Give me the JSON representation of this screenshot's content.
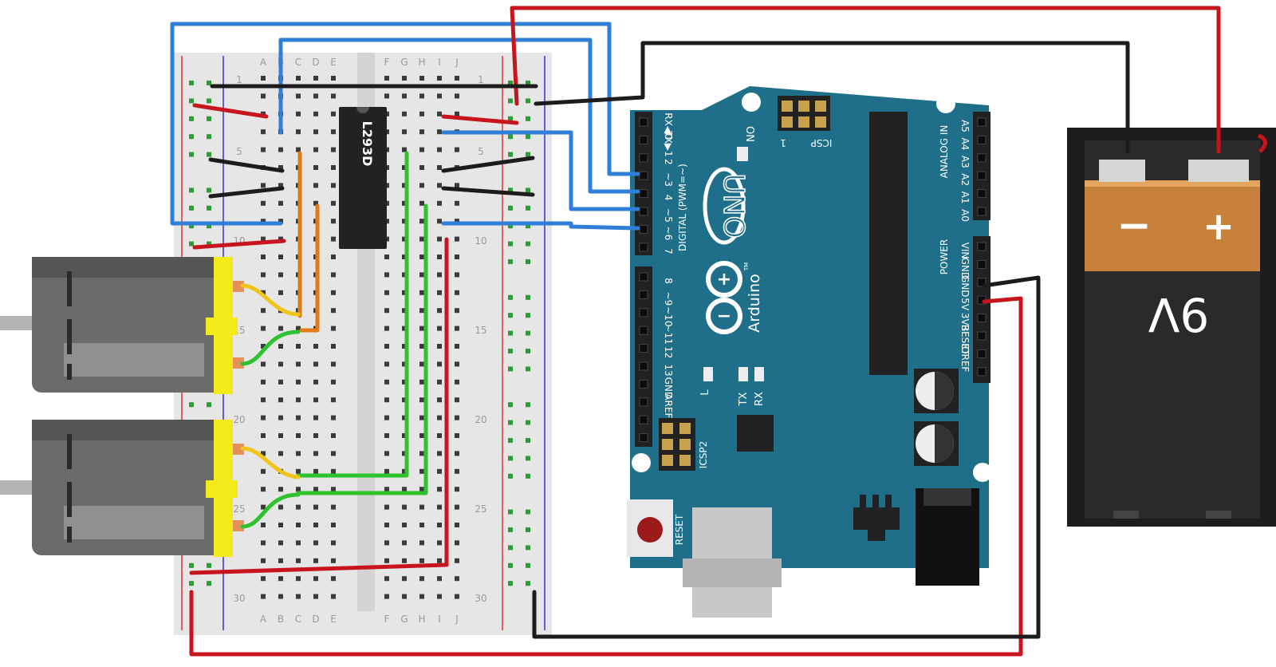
{
  "breadboard": {
    "col_letters_left": [
      "A",
      "B",
      "C",
      "D",
      "E"
    ],
    "col_letters_right": [
      "F",
      "G",
      "H",
      "I",
      "J"
    ],
    "row_numbers": [
      "1",
      "5",
      "10",
      "15",
      "20",
      "25",
      "30"
    ]
  },
  "chip": {
    "label": "L293D"
  },
  "arduino": {
    "logo_text": "Arduino",
    "model": "UNO",
    "tm": "TM",
    "on_label": "ON",
    "icsp_label": "ICSP",
    "icsp_one": "1",
    "icsp2_label": "ICSP2",
    "reset_label": "RESET",
    "digital_label": "DIGITAL (PWM=~)",
    "analog_label": "ANALOG IN",
    "power_label": "POWER",
    "led_l": "L",
    "led_tx": "TX",
    "led_rx": "RX",
    "digital_pins": [
      "RX◀0",
      "TX▶1",
      "2",
      "~3",
      "4",
      "~5",
      "~6",
      "7",
      "8",
      "~9",
      "~10",
      "~11",
      "12",
      "13",
      "GND",
      "AREF"
    ],
    "analog_pins": [
      "A5",
      "A4",
      "A3",
      "A2",
      "A1",
      "A0"
    ],
    "power_pins": [
      "VIN",
      "GND",
      "GND",
      "5V",
      "3V3",
      "RESET",
      "IOREF"
    ]
  },
  "battery": {
    "voltage": "9V",
    "minus": "−",
    "plus": "+"
  },
  "colors": {
    "wire_red": "#c8141c",
    "wire_black": "#1c1c1c",
    "wire_blue": "#2f7fd8",
    "wire_green": "#2ec22e",
    "wire_orange": "#e07b1a",
    "wire_yellow": "#f2c31b",
    "arduino_teal": "#1f6f8b",
    "motor_yellow": "#f4ea1a"
  }
}
